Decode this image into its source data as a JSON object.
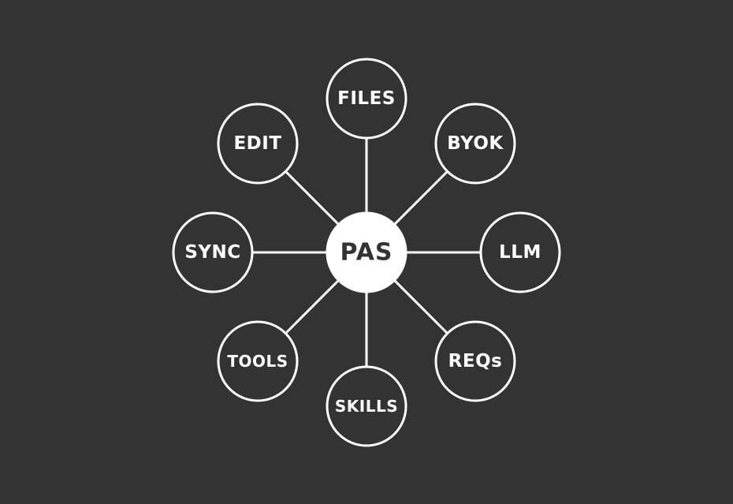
{
  "colors": {
    "background": "#333333",
    "stroke": "#ffffff",
    "hub_fill": "#ffffff",
    "hub_text": "#333333"
  },
  "hub": {
    "label": "PAS"
  },
  "nodes": [
    {
      "id": "files",
      "label": "FILES"
    },
    {
      "id": "byok",
      "label": "BYOK"
    },
    {
      "id": "llm",
      "label": "LLM"
    },
    {
      "id": "reqs",
      "label": "REQs"
    },
    {
      "id": "skills",
      "label": "SKILLS"
    },
    {
      "id": "tools",
      "label": "TOOLS"
    },
    {
      "id": "sync",
      "label": "SYNC"
    },
    {
      "id": "edit",
      "label": "EDIT"
    }
  ]
}
